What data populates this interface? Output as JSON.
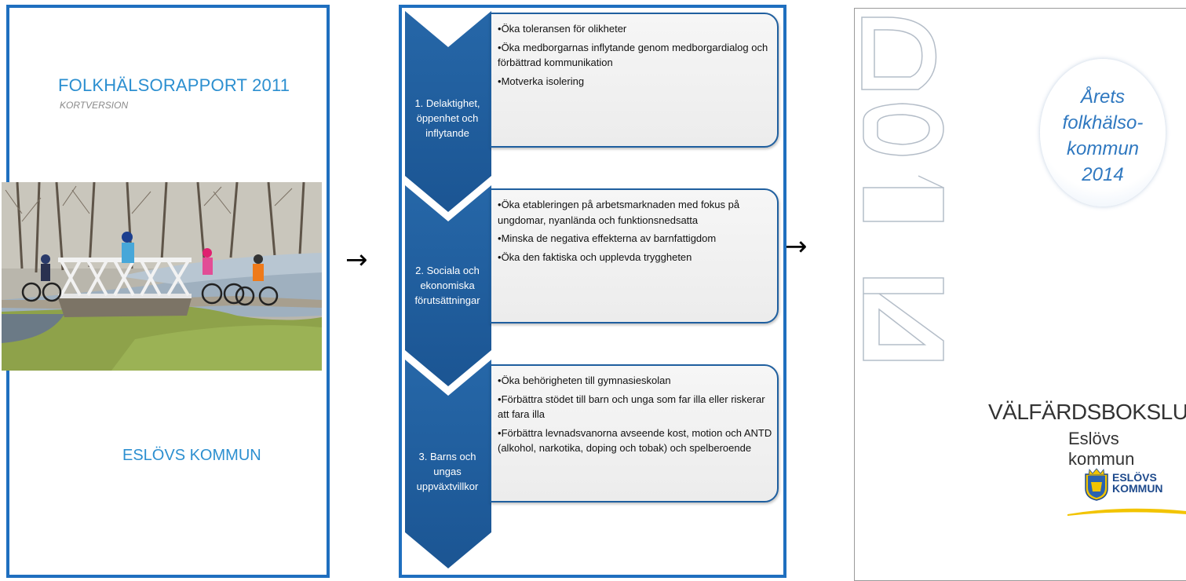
{
  "cover_report": {
    "title": "FOLKHÄLSORAPPORT 2011",
    "subtitle": "KORTVERSION",
    "organization": "ESLÖVS KOMMUN"
  },
  "arrows": [
    "→",
    "→"
  ],
  "strategy": {
    "areas": [
      {
        "label": "1. Delaktighet, öppenhet och inflytande",
        "goals": [
          "Öka toleransen för olikheter",
          "Öka medborgarnas inflytande genom medborgardialog och förbättrad kommunikation",
          "Motverka isolering"
        ]
      },
      {
        "label": "2. Sociala och ekonomiska förutsättningar",
        "goals": [
          "Öka etableringen på arbetsmarknaden med fokus på ungdomar, nyanlända och funktionsnedsatta",
          "Minska de negativa effekterna av barnfattigdom",
          "Öka den faktiska och upplevda tryggheten"
        ]
      },
      {
        "label": "3. Barns och ungas uppväxtvillkor",
        "goals": [
          "Öka behörigheten till gymnasieskolan",
          "Förbättra stödet till barn och unga som far illa eller riskerar att fara illa",
          "Förbättra levnadsvanorna avseende kost, motion och ANTD (alkohol, narkotika, doping och tobak) och spelberoende"
        ]
      }
    ]
  },
  "cover_welfare": {
    "award_lines": [
      "Årets",
      "folkhälso-",
      "kommun",
      "2014"
    ],
    "title": "VÄLFÄRDSBOKSLUT",
    "organization": "Eslövs kommun",
    "logo_lines": [
      "ESLÖVS",
      "KOMMUN"
    ]
  },
  "colors": {
    "frame_blue": "#1f6fbf",
    "chevron_blue": "#1f5f9f",
    "accent_blue": "#2c8fd0",
    "logo_yellow": "#f2c400"
  }
}
